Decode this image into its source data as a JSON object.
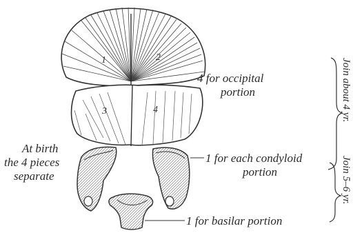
{
  "labels": {
    "occipital_line1": "4 for occipital",
    "occipital_line2": "portion",
    "birth_line1": "At birth",
    "birth_line2": "the 4 pieces",
    "birth_line3": "separate",
    "condyloid_line1": "1 for each condyloid",
    "condyloid_line2": "portion",
    "basilar": "1 for basilar portion"
  },
  "piece_numbers": [
    "1",
    "2",
    "3",
    "4"
  ],
  "side_notes": {
    "join_four": "Join about 4 yr.",
    "join_five_six": "Join 5–6 yr."
  }
}
